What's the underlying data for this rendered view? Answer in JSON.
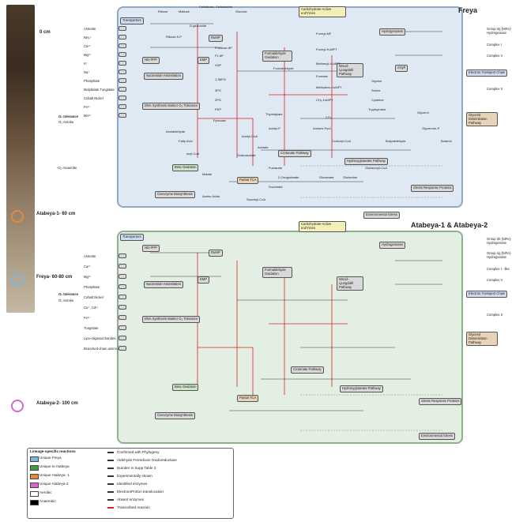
{
  "soil": {
    "depths": [
      "0 cm",
      "Atabeya-1- 60 cm",
      "Freya- 60-80 cm",
      "Atabeya-2- 100 cm"
    ],
    "ring_colors": [
      "#e8893a",
      "#7fb6e0",
      "#d06ad0"
    ],
    "o2_tolerance": "O₂ tolerance",
    "o2_aerobe": "O₂ Aerobe",
    "o2_anaerobe": "-O₂ Anaerobe"
  },
  "cell1": {
    "title": "Freya",
    "boxes": {
      "transporters": "Transporters",
      "carbohydrate_active": "Carbohydrate-Active enZYmes",
      "hydrogenases": "Hydrogenases",
      "formaldehyde_oxidation": "Formaldehyde Oxidation",
      "wood_ljungdahl": "Wood-Ljungdahl Pathway",
      "rnf": "rGlyP",
      "nd_ppp": "ND-PPP",
      "rump": "RuMP",
      "emp": "EMP",
      "nucleoside": "Nucleoside Assimilation",
      "dna_synth": "DNA Synthesis Marker O₂ Tolerance",
      "beta_ox": "Beta Oxidation",
      "partial_tca": "Partial TCA",
      "coenzyme": "Coenzyme Biosynthesis",
      "crotonate": "Crotonate Pathway",
      "hydroxyglutarate": "Hydroxyglutarate Pathway",
      "stress": "Stress Response Proteins",
      "env_stress": "Environmental Stress",
      "etc": "Electron Transport Chain",
      "glycerol": "Glycerol Dissimilation Pathway"
    },
    "metabolites": [
      "Ribose",
      "Maltose",
      "Cellobiose, Cellodextrin",
      "Glucose",
      "Ribose-5-P",
      "D-glucoside",
      "Fructose-6P",
      "F1,6P",
      "G3P",
      "1,3BPG",
      "3PG",
      "2PG",
      "PEP",
      "Pyruvate",
      "Acetyl-CoA",
      "Acetate",
      "Formate",
      "Formyl-MF",
      "Formyl-H₄MPT",
      "Methenyl-H₄MPT",
      "Methylene-H₄MPT",
      "CH₃-H₄MPT",
      "CO₂",
      "Formaldehyde",
      "Glycerol",
      "Glycerone-P",
      "Butanol",
      "Butyraldehyde",
      "Malate",
      "Fumarate",
      "Succinate",
      "Succinyl-CoA",
      "2-Oxoglutarate",
      "Glutamate",
      "Glutamine",
      "Oxaloacetate",
      "Acetyl-P",
      "Crotonyl-CoA",
      "Glutaconyl-CoA",
      "Amino Acids",
      "Serine",
      "Glycine",
      "Cysteine",
      "Tryptophane",
      "Acetaldehyde",
      "Fatty Acid",
      "acyl-CoA",
      "Thymidylate",
      "Amines Pool"
    ],
    "left_ions": [
      "Arsenite",
      "NH₄⁺",
      "Ca²⁺",
      "Mg²⁺",
      "K⁺",
      "Na⁺",
      "Phosphate",
      "Molybdate Tungstate",
      "Cobalt Nickel",
      "Fe²⁺",
      "Mn²⁺"
    ],
    "right_side": [
      "Group 4g [NiFe]-Hydrogenase",
      "Complex I",
      "Complex V",
      "Complex II"
    ]
  },
  "cell2": {
    "title": "Atabeya-1 & Atabeya-2",
    "boxes": {
      "transporters": "Transporters",
      "carbohydrate_active": "Carbohydrate-Active enZYmes",
      "hydrogenases": "Hydrogenases",
      "formaldehyde_oxidation": "Formaldehyde Oxidation",
      "wood_ljungdahl": "Wood-Ljungdahl Pathway",
      "nd_ppp": "ND-PPP",
      "rump": "RuMP",
      "emp": "EMP",
      "nucleoside": "Nucleoside Assimilation",
      "dna_synth": "DNA Synthesis Marker O₂ Tolerance",
      "beta_ox": "Beta Oxidation",
      "partial_tca": "Partial TCA",
      "coenzyme": "Coenzyme Biosynthesis",
      "crotonate": "Crotonate Pathway",
      "hydroxyglutarate": "Hydroxyglutarate Pathway",
      "stress": "Stress Response Proteins",
      "env_stress": "Environmental Stress",
      "etc": "Electron Transport Chain",
      "glycerol": "Glycerol Dissimilation Pathway"
    },
    "left_ions": [
      "Arsenite",
      "Ca²⁺",
      "Mg²⁺",
      "Phosphate",
      "Cobalt Nickel",
      "Cu⁺, Cd²⁺",
      "Fe²⁺",
      "Tungstate",
      "Lipo-oligosaccharides",
      "Branched-chain amino acids"
    ],
    "right_side": [
      "Group 3b [NiFe]-Hydrogenase",
      "Group 4g [NiFe]-Hydrogenase",
      "Complex I - like",
      "Complex V",
      "Complex II"
    ]
  },
  "legend": {
    "title": "Lineage-specific reactions",
    "items_left": [
      "Unique Freya",
      "Unique to Atabeya",
      "Unique Atabeya- 1",
      "Unique Atabeya-2",
      "Aerobic",
      "Anaerobic"
    ],
    "items_right": [
      "Confirmed with Phylogeny",
      "Aldehyde Ferredoxin Oxidoreductase",
      "Number in Supp Table 3",
      "Experimentally shown",
      "Identified enzymes",
      "Electron/Proton translocation",
      "Absent enzymes",
      "Transcribed reaction"
    ],
    "colors": {
      "freya": "#7fb6e0",
      "atabeya": "#3e9b4a",
      "atabeya1": "#e8893a",
      "atabeya2": "#d06ad0",
      "red": "#e02020"
    }
  }
}
